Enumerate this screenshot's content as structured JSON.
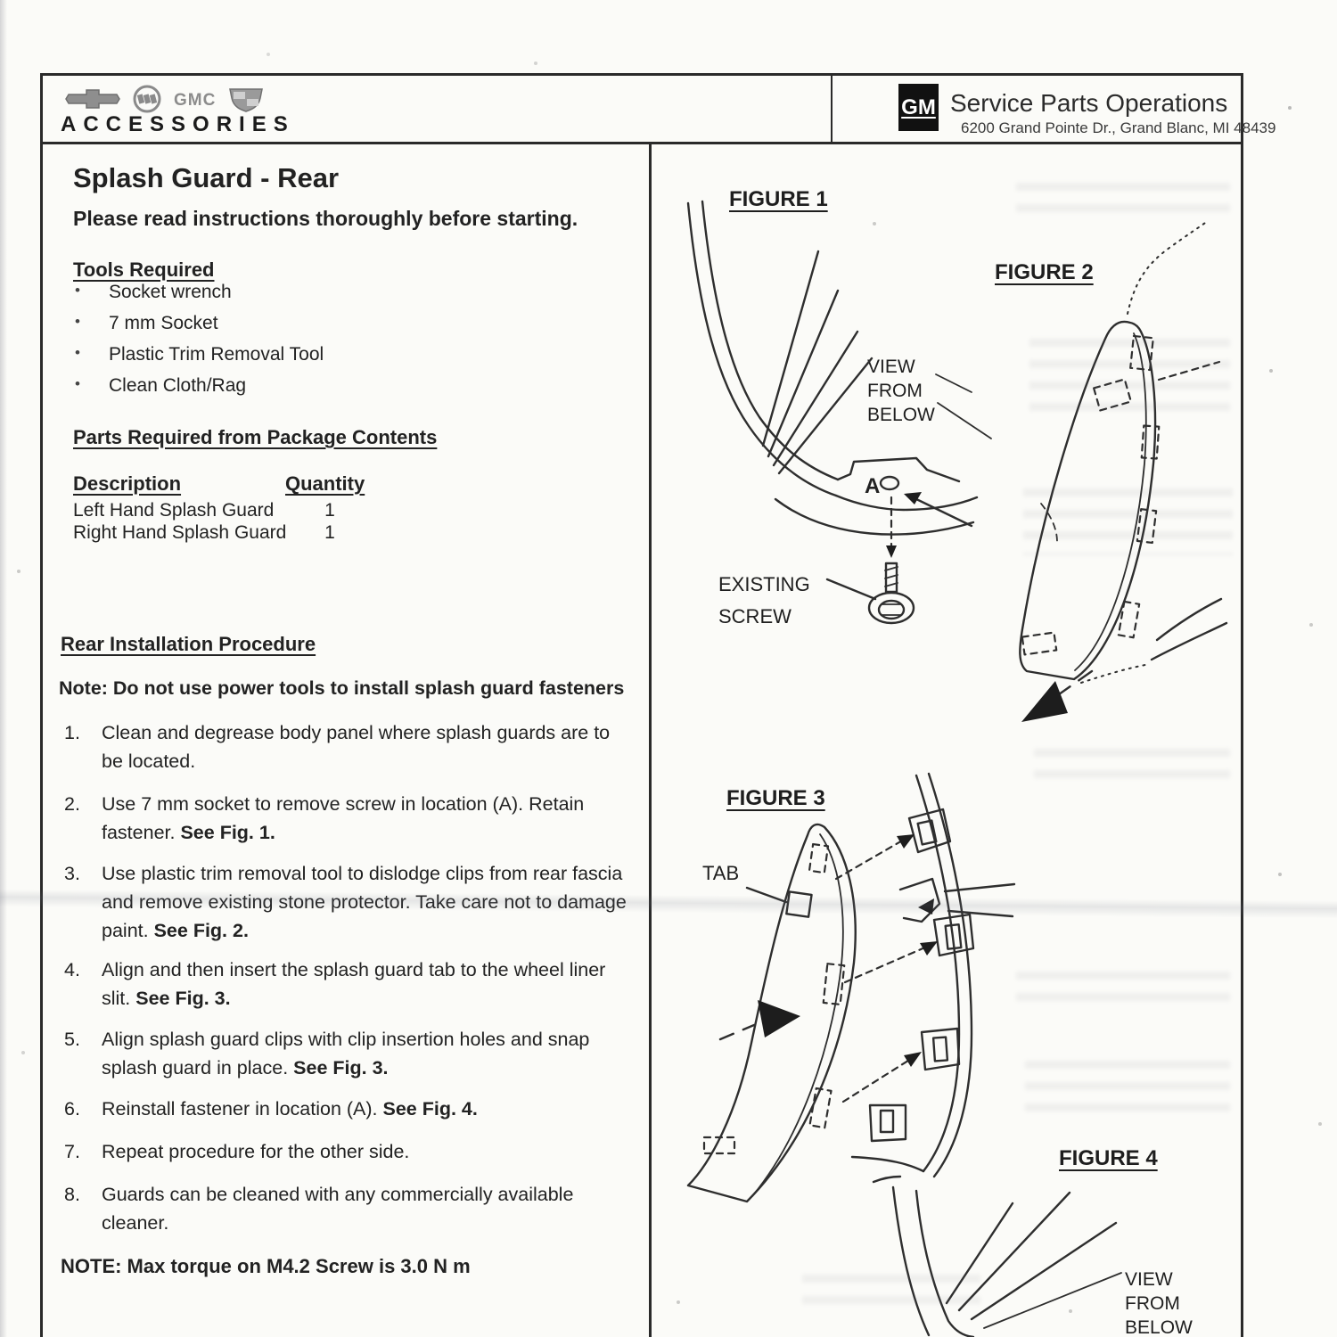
{
  "header": {
    "accessories_label": "ACCESSORIES",
    "brand_logos": [
      "chevrolet-logo",
      "buick-logo",
      "gmc-logo",
      "cadillac-logo"
    ],
    "gmc_text": "GMC",
    "gm_logo_text": "GM",
    "org_name": "Service Parts Operations",
    "org_address": "6200 Grand Pointe Dr., Grand Blanc, MI 48439"
  },
  "doc": {
    "title": "Splash Guard - Rear",
    "intro": "Please read instructions thoroughly before starting.",
    "tools": {
      "heading": "Tools Required",
      "bullet": "•",
      "items": [
        "Socket wrench",
        "7 mm Socket",
        "Plastic Trim Removal Tool",
        "Clean Cloth/Rag"
      ]
    },
    "parts": {
      "heading": "Parts Required from Package Contents",
      "col_description": "Description",
      "col_quantity": "Quantity",
      "rows": [
        {
          "description": "Left Hand Splash Guard",
          "quantity": "1"
        },
        {
          "description": "Right Hand Splash Guard",
          "quantity": "1"
        }
      ]
    },
    "procedure": {
      "heading": "Rear Installation Procedure",
      "note": "Note: Do not use power tools to install splash guard fasteners",
      "steps": [
        {
          "num": "1.",
          "text": "Clean and degrease body panel where splash guards are to be located.",
          "bold": ""
        },
        {
          "num": "2.",
          "text": "Use 7 mm socket to remove screw in location (A).  Retain fastener.",
          "bold": "See Fig. 1."
        },
        {
          "num": "3.",
          "text": "Use plastic trim removal tool to dislodge clips from rear fascia and remove existing stone protector. Take care not to damage paint.",
          "bold": "See Fig. 2."
        },
        {
          "num": "4.",
          "text": "Align and then insert the splash guard tab to the wheel liner slit.",
          "bold": "See Fig. 3."
        },
        {
          "num": "5.",
          "text": "Align splash guard clips with clip insertion holes and snap splash guard in place.",
          "bold": "See Fig. 3."
        },
        {
          "num": "6.",
          "text": "Reinstall fastener in location (A).",
          "bold": "See Fig. 4."
        },
        {
          "num": "7.",
          "text": "Repeat procedure for the other side.",
          "bold": ""
        },
        {
          "num": "8.",
          "text": "Guards can be cleaned with any commercially available cleaner.",
          "bold": ""
        }
      ],
      "torque_note": "NOTE: Max torque on M4.2 Screw is 3.0 N m"
    }
  },
  "figures": {
    "fig1": {
      "label": "FIGURE 1",
      "view_lines": [
        "VIEW",
        "FROM",
        "BELOW"
      ],
      "point_label": "A",
      "screw_label": "EXISTING SCREW"
    },
    "fig2": {
      "label": "FIGURE 2"
    },
    "fig3": {
      "label": "FIGURE 3",
      "tab_label": "TAB"
    },
    "fig4": {
      "label": "FIGURE 4",
      "view_lines": [
        "VIEW",
        "FROM",
        "BELOW"
      ]
    }
  }
}
